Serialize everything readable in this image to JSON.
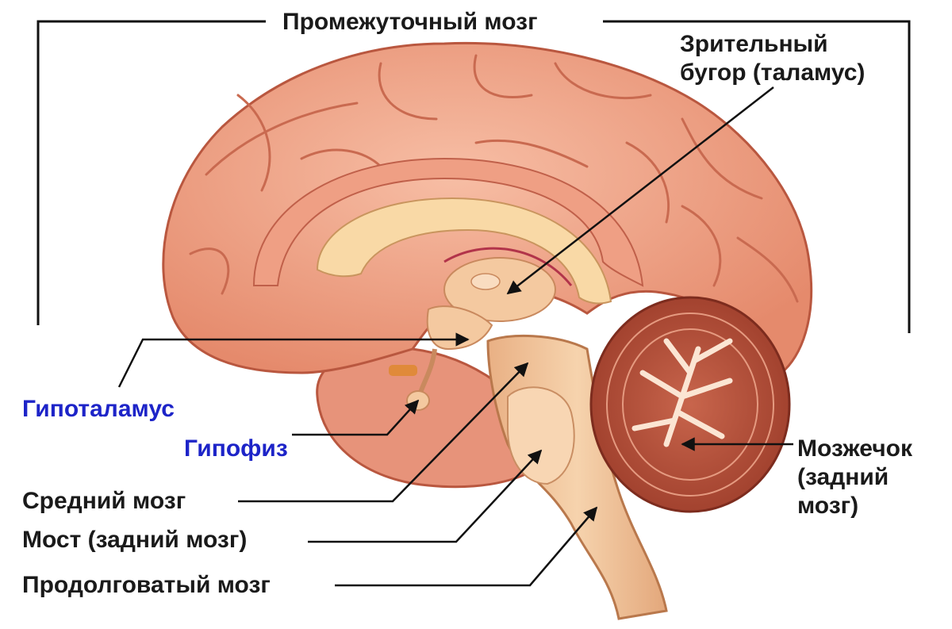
{
  "labels": {
    "diencephalon": "Промежуточный мозг",
    "thalamus_line1": "Зрительный",
    "thalamus_line2": "бугор (таламус)",
    "hypothalamus": "Гипоталамус",
    "pituitary": "Гипофиз",
    "midbrain": "Средний мозг",
    "pons": "Мост (задний мозг)",
    "medulla": "Продолговатый мозг",
    "cerebellum_line1": "Мозжечок",
    "cerebellum_line2": "(задний",
    "cerebellum_line3": "мозг)"
  },
  "colors": {
    "cortex": "#f2a58a",
    "cortex_dark": "#c8644c",
    "corpus_callosum": "#f9d9a6",
    "brainstem": "#f4c9a0",
    "cerebellum": "#b9543f",
    "label_blue": "#1d24c8",
    "label_dark": "#1a1a1a"
  }
}
